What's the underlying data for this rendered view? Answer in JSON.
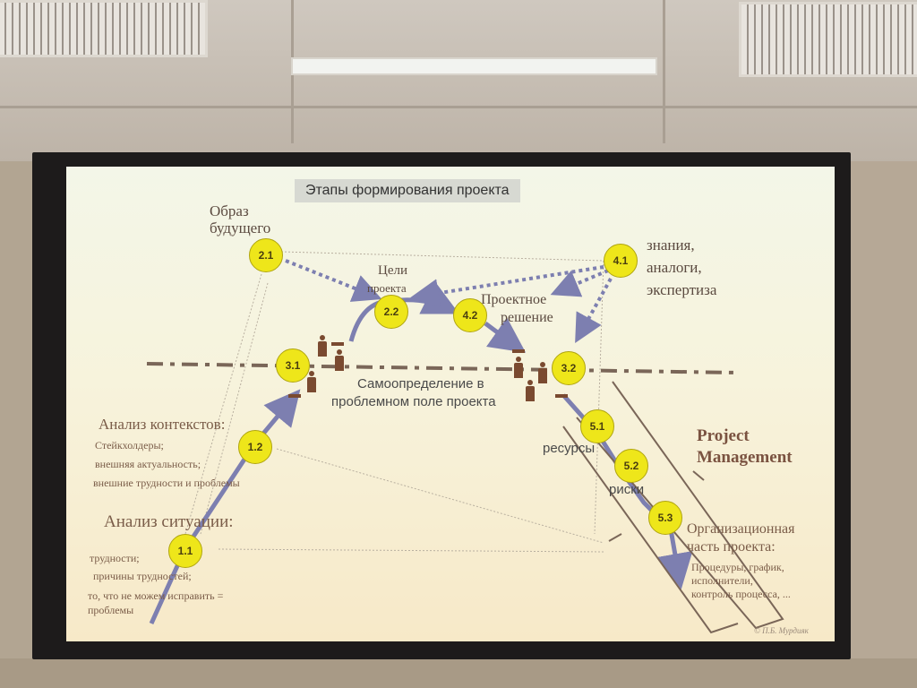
{
  "slide": {
    "title": "Этапы формирования проекта",
    "labels": {
      "future_image": "Образ будущего",
      "project_goals_1": "Цели",
      "project_goals_2": "проекта",
      "project_solution_1": "Проектное",
      "project_solution_2": "решение",
      "knowledge_1": "знания,",
      "knowledge_2": "аналоги,",
      "knowledge_3": "экспертиза",
      "self_determination_1": "Самоопределение в",
      "self_determination_2": "проблемном поле проекта",
      "context_analysis": "Анализ контекстов:",
      "context_item_1": "Стейкхолдеры;",
      "context_item_2": "внешняя актуальность;",
      "context_item_3": "внешние трудности и проблемы",
      "situation_analysis": "Анализ ситуации:",
      "situation_item_1": "трудности;",
      "situation_item_2": "причины трудностей;",
      "situation_item_3": "то, что не можем исправить =",
      "situation_item_4": "проблемы",
      "resources": "ресурсы",
      "risks": "риски",
      "project_management_1": "Project",
      "project_management_2": "Management",
      "org_part_1": "Организационная",
      "org_part_2": "часть проекта:",
      "org_item_1": "Процедуры, график,",
      "org_item_2": "исполнители,",
      "org_item_3": "контроль процесса, ...",
      "copyright": "© П.Б. Мурдияк"
    },
    "badges": {
      "b11": "1.1",
      "b12": "1.2",
      "b21": "2.1",
      "b22": "2.2",
      "b31": "3.1",
      "b32": "3.2",
      "b41": "4.1",
      "b42": "4.2",
      "b51": "5.1",
      "b52": "5.2",
      "b53": "5.3"
    },
    "colors": {
      "badge": "#eee61a",
      "arrow": "#7d7fb0",
      "text": "#7a5c48",
      "figure": "#7a4a30"
    }
  }
}
